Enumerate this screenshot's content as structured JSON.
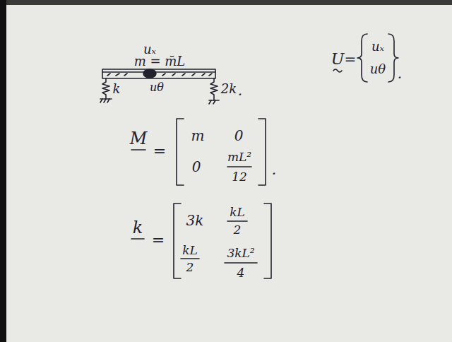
{
  "diagram": {
    "labels": [
      "uₓ",
      "m = m̄L",
      "uθ",
      "k",
      "2k",
      ".",
      "U",
      "=",
      "uₓ",
      "uθ",
      ".",
      "M",
      "=",
      "m",
      "0",
      "0",
      "mL²",
      "12",
      ".",
      "k",
      "=",
      "3k",
      "kL",
      "2",
      "kL",
      "2",
      "3kL²",
      "4"
    ]
  }
}
